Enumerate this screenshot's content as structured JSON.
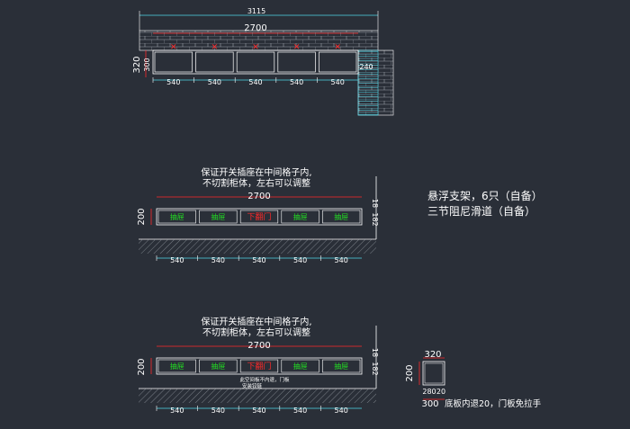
{
  "top_view": {
    "overall_width": "3115",
    "width_2700": "2700",
    "depth_320": "320",
    "depth_300": "300",
    "side_240": "240",
    "cells": [
      "540",
      "540",
      "540",
      "540",
      "540"
    ]
  },
  "elevation1": {
    "note_line1": "保证开关插座在中间格子内,",
    "note_line2": "不切割柜体，左右可以调整",
    "width": "2700",
    "height": "200",
    "side_dim": "18",
    "side_dim2": "182",
    "drawers": [
      "抽屉",
      "抽屉",
      "下翻门",
      "抽屉",
      "抽屉"
    ],
    "cells": [
      "540",
      "540",
      "540",
      "540",
      "540"
    ]
  },
  "spec_note": {
    "line1": "悬浮支架，6只（自备）",
    "line2": "三节阻尼滑道（自备）"
  },
  "elevation2": {
    "note_line1": "保证开关插座在中间格子内,",
    "note_line2": "不切割柜体，左右可以调整",
    "width": "2700",
    "height": "200",
    "side_dim": "18",
    "side_dim2": "182",
    "drawers": [
      "抽屉",
      "抽屉",
      "下翻门",
      "抽屉",
      "抽屉"
    ],
    "sub_note1": "此空间板不内退，门板",
    "sub_note2": "安装铰链",
    "cells": [
      "540",
      "540",
      "540",
      "540",
      "540"
    ]
  },
  "section": {
    "width": "320",
    "height": "200",
    "depth_280": "280",
    "inset_20": "20",
    "total": "300",
    "note": "底板内退20，门板免拉手"
  },
  "colors": {
    "background": "#2a2f38",
    "line_white": "#ffffff",
    "dim_cyan": "#4fd8e8",
    "accent_red": "#ff2a2a",
    "accent_green": "#22dd22"
  }
}
